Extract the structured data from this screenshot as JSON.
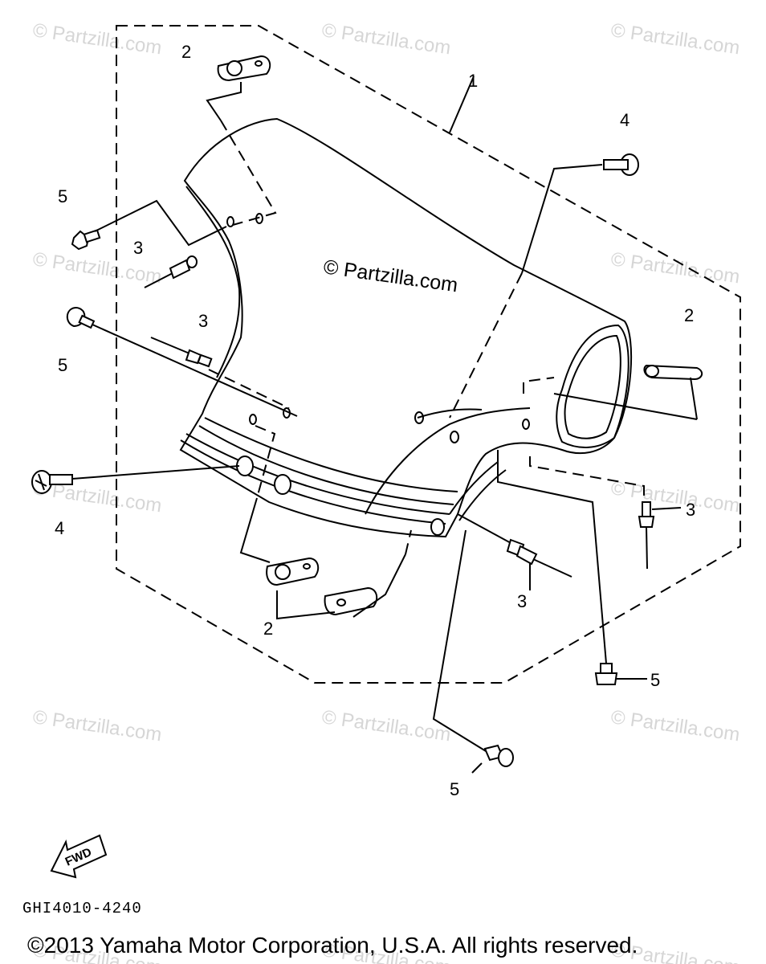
{
  "watermark": "© Partzilla.com",
  "main_watermark": "© Partzilla.com",
  "callouts": {
    "c1": "1",
    "c2a": "2",
    "c2b": "2",
    "c2c": "2",
    "c3a": "3",
    "c3b": "3",
    "c3c": "3",
    "c3d": "3",
    "c4a": "4",
    "c4b": "4",
    "c5a": "5",
    "c5b": "5",
    "c5c": "5",
    "c5d": "5"
  },
  "fwd_label": "FWD",
  "diagram_code": "GHI4010-4240",
  "copyright": "©2013 Yamaha Motor Corporation, U.S.A. All rights reserved."
}
